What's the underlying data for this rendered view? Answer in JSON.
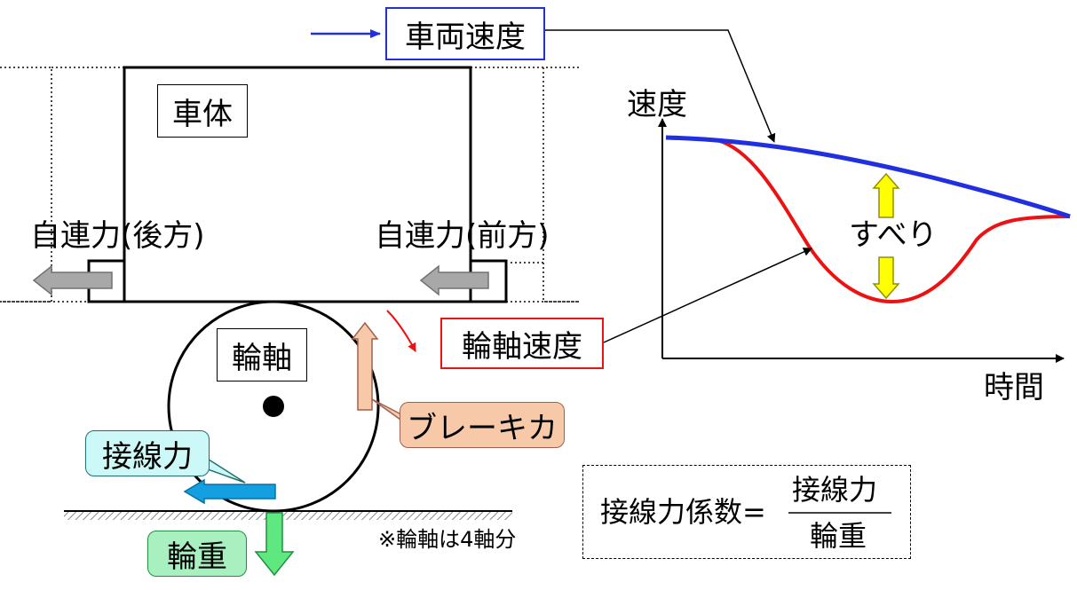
{
  "labels": {
    "body": "車体",
    "wheelset": "輪軸",
    "vehicle_speed": "車両速度",
    "wheel_speed": "輪軸速度",
    "inertia_rear": "自連力(後方)",
    "inertia_front": "自連力(前方)",
    "brake_force": "ブレーキカ",
    "adhesion_force": "接線力",
    "wheel_load": "輪重",
    "note": "※輪軸は4軸分",
    "slip": "すべり"
  },
  "graph": {
    "y_axis_label": "速度",
    "x_axis_label": "時間"
  },
  "formula": {
    "lhs": "接線力係数=",
    "numerator": "接線力",
    "denominator": "輪重"
  },
  "colors": {
    "vehicle_speed": "#2030e0",
    "wheel_speed": "#ee1111",
    "slip_arrow": "#ffff00",
    "brake_callout": "#f8c9a8",
    "adhesion_callout": "#ccf8f8",
    "wheel_load_callout": "#a8f0c0",
    "adhesion_arrow": "#14a0e0",
    "load_arrow": "#60e880"
  }
}
